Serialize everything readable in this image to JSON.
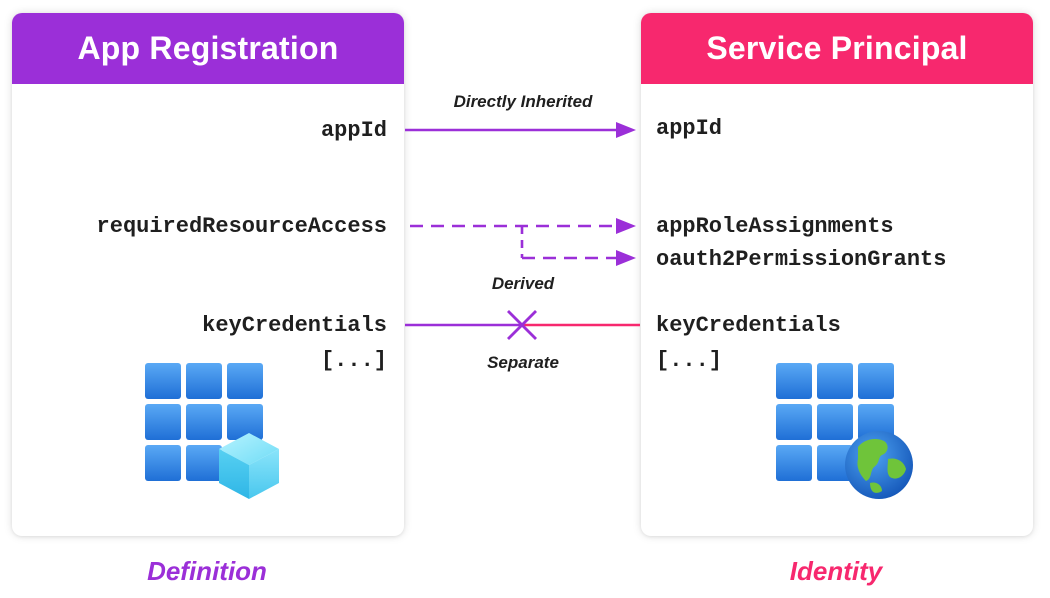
{
  "colors": {
    "purple": "#9b2fd8",
    "pink": "#f7286e",
    "azure_blue": "#2f85e6",
    "text_dark": "#1f1f1f"
  },
  "app_registration": {
    "title": "App Registration",
    "props": [
      "appId",
      "requiredResourceAccess",
      "keyCredentials",
      "[...]"
    ],
    "icon": "app-registration-icon",
    "caption": "Definition"
  },
  "service_principal": {
    "title": "Service Principal",
    "props": [
      "appId",
      "appRoleAssignments",
      "oauth2PermissionGrants",
      "keyCredentials",
      "[...]"
    ],
    "icon": "enterprise-app-globe-icon",
    "caption": "Identity"
  },
  "connectors": {
    "inherited": "Directly Inherited",
    "derived": "Derived",
    "separate": "Separate"
  }
}
